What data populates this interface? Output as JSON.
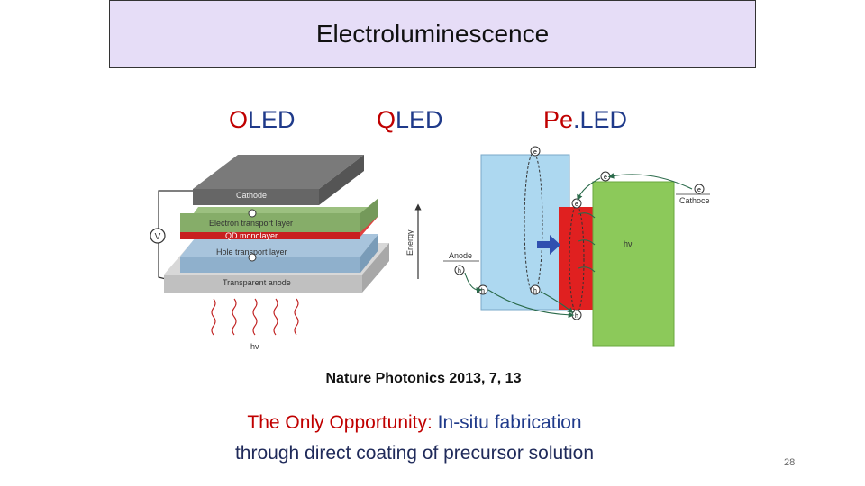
{
  "slide": {
    "title": "Electroluminescence",
    "labels": [
      {
        "first": "O",
        "rest": "LED"
      },
      {
        "first": "Q",
        "rest": "LED"
      },
      {
        "first": "Pe",
        "rest": ".LED"
      }
    ],
    "citation": "Nature Photonics 2013, 7, 13",
    "opportunity_prefix": "The Only Opportunity:",
    "opportunity_rest": " In-situ fabrication",
    "line2": "through direct coating of precursor solution",
    "page_number": "28"
  },
  "qled_diagram": {
    "cathode": "Cathode",
    "electron_transport": "Electron transport layer",
    "qd_monolayer": "QD monolayer",
    "hole_transport": "Hole transport layer",
    "anode": "Transparent anode",
    "voltage": "V",
    "emission": "hν",
    "energy_axis": "Energy",
    "electron_symbol": "e",
    "hole_symbol": "h"
  },
  "peled_diagram": {
    "anode": "Anode",
    "cathode": "Cathoce",
    "emission": "hν",
    "electron_symbol": "e",
    "hole_symbol": "h"
  },
  "colors": {
    "title_bg": "#e6ddf7",
    "label_red": "#c00000",
    "label_blue": "#1f3a8a",
    "anode_blue": "#add8f0",
    "perovskite_red": "#e02020",
    "cathode_green": "#8cc95a"
  }
}
